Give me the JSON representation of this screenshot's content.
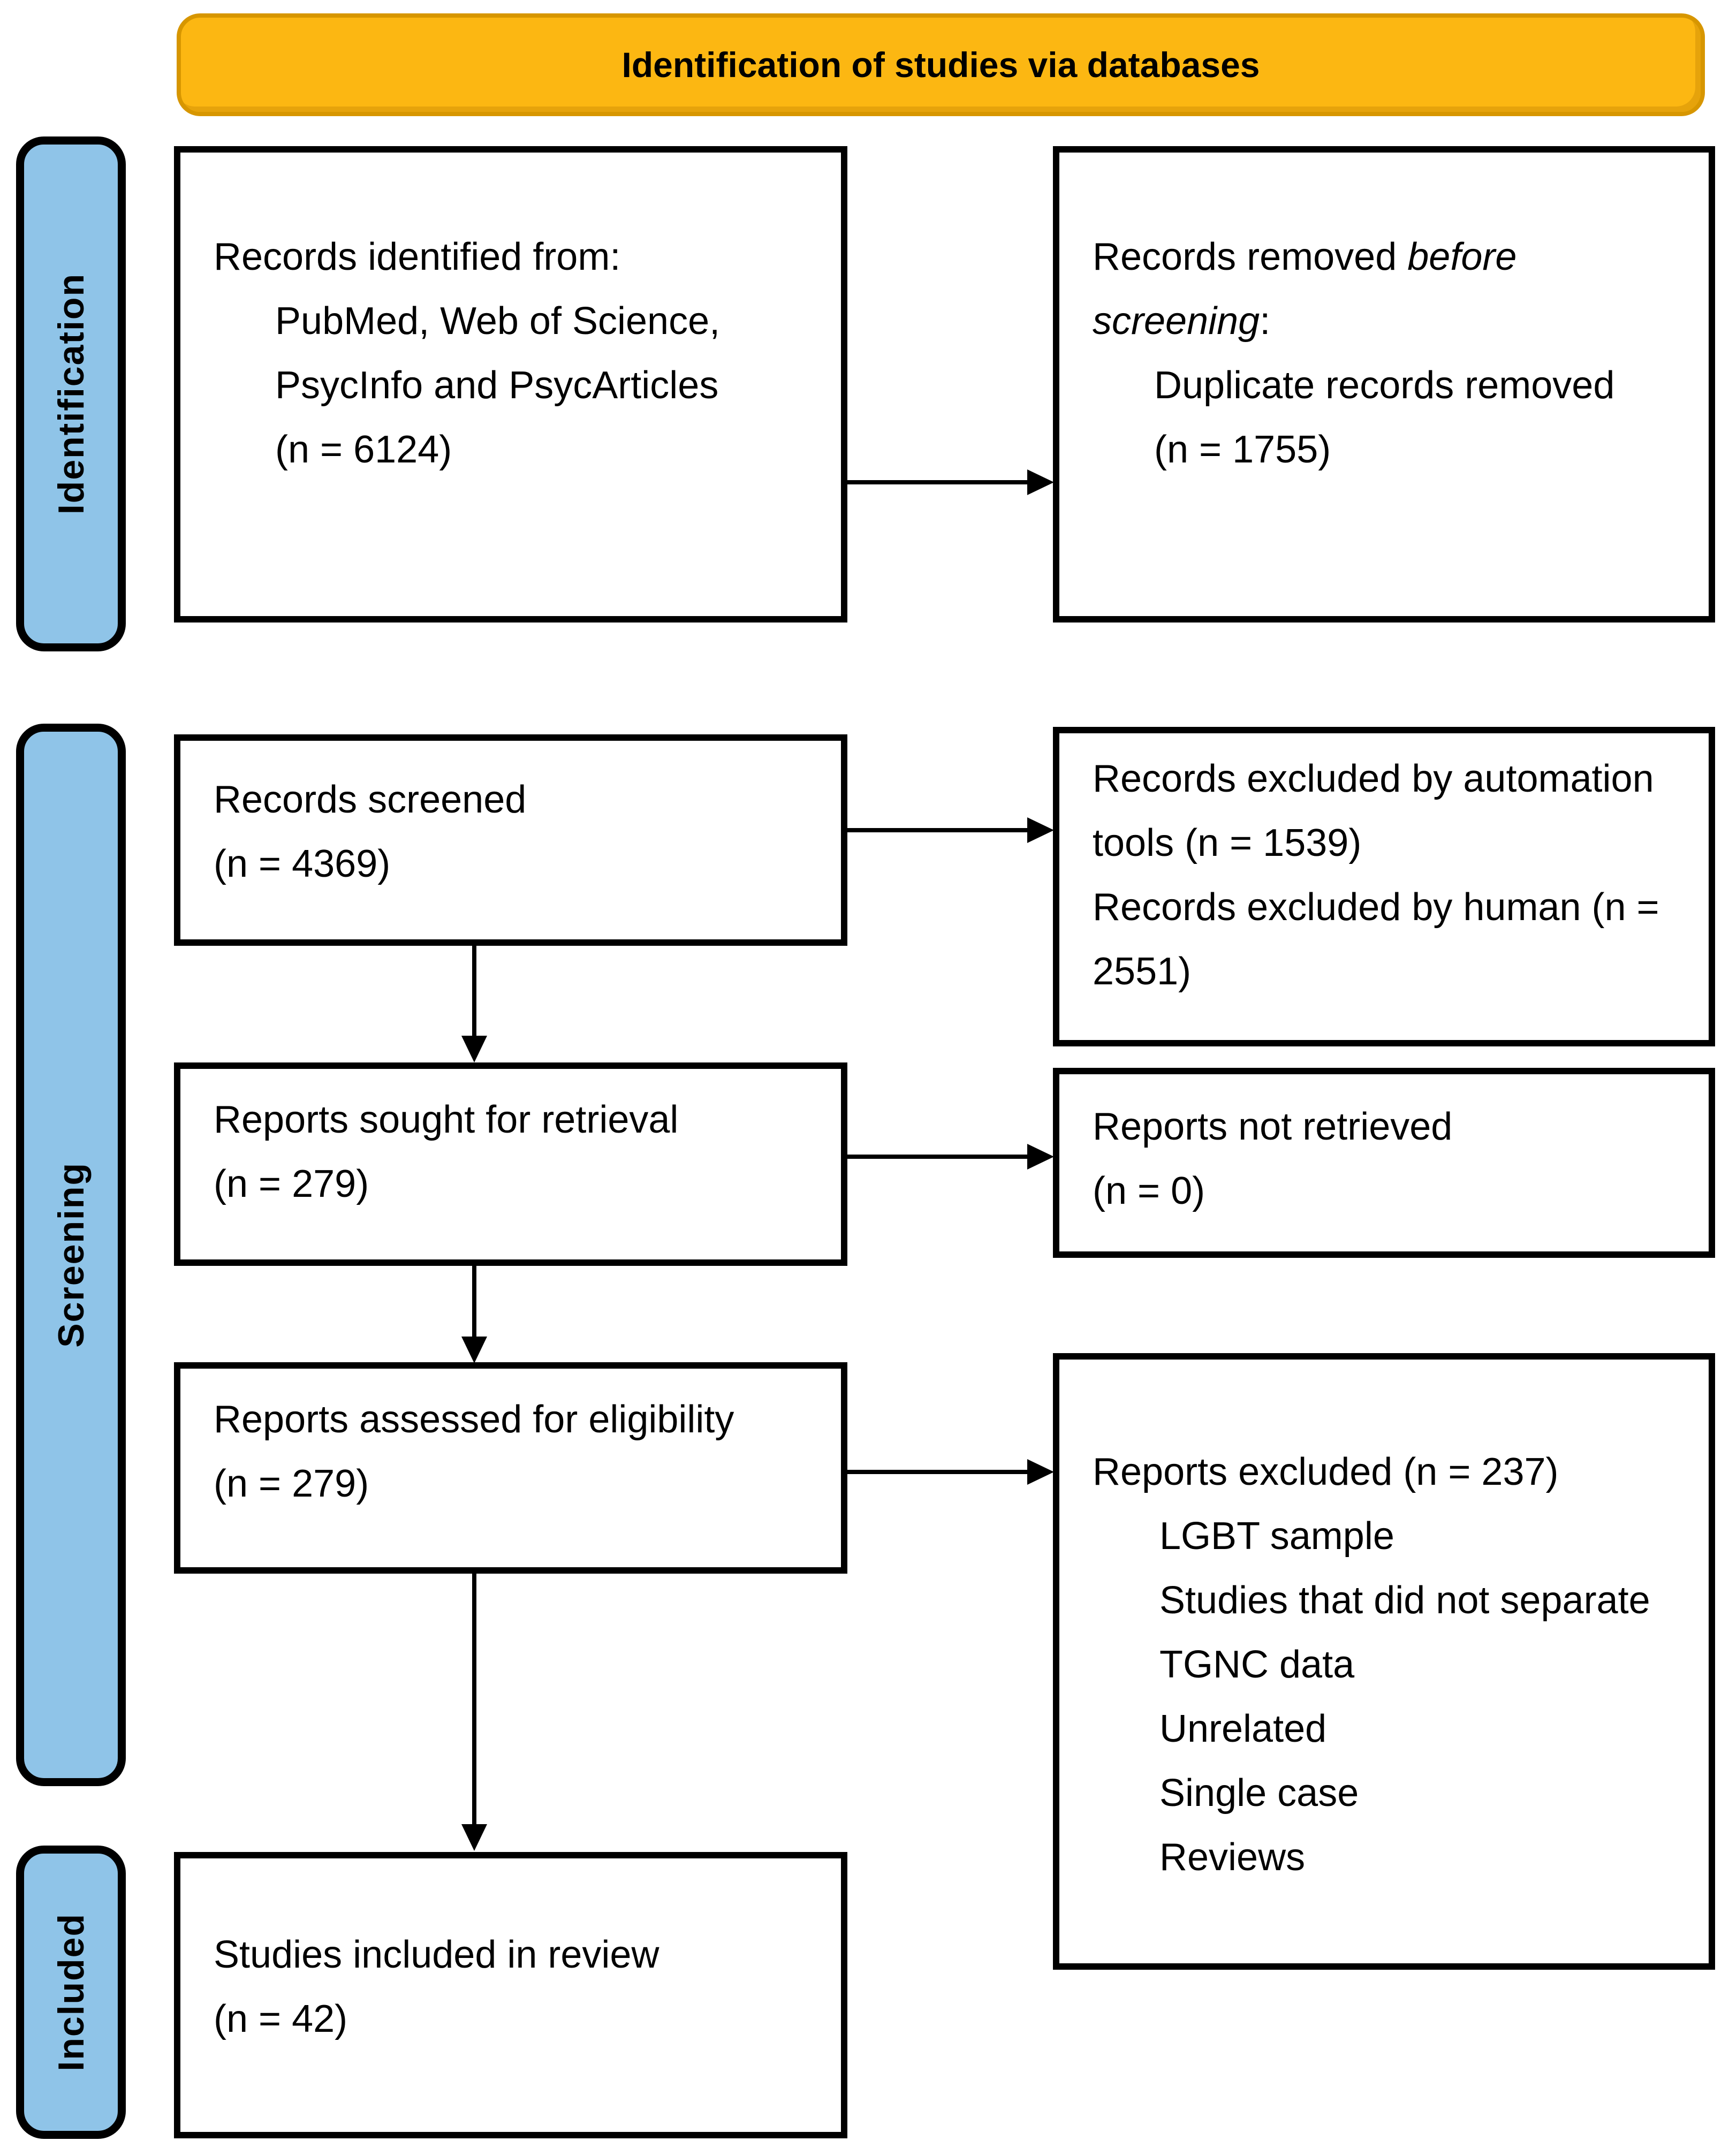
{
  "header": {
    "title": "Identification of studies via databases"
  },
  "sidebar": {
    "identification": "Identification",
    "screening": "Screening",
    "included": "Included"
  },
  "boxes": {
    "records_identified": {
      "head": "Records identified from:",
      "details": "PubMed, Web of Science,\nPsycInfo and PsycArticles\n(n = 6124)"
    },
    "records_removed": {
      "head_pre": "Records removed",
      "head_italic1": "before",
      "head_italic2": "screening",
      "head_post": ":",
      "details": "Duplicate records removed\n(n = 1755)"
    },
    "records_screened": {
      "lines": "Records screened\n(n = 4369)"
    },
    "records_excluded": {
      "lines": "Records excluded by automation\ntools (n = 1539)\nRecords excluded by human (n =\n2551)"
    },
    "reports_sought": {
      "lines": "Reports sought for retrieval\n(n = 279)"
    },
    "reports_not_retrieved": {
      "lines": "Reports not retrieved\n(n = 0)"
    },
    "reports_assessed": {
      "lines": "Reports assessed for eligibility\n(n = 279)"
    },
    "reports_excluded": {
      "head": "Reports excluded (n = 237)",
      "details": "LGBT sample\nStudies that did not separate\nTGNC data\nUnrelated\nSingle case\nReviews"
    },
    "studies_included": {
      "lines": "Studies included in review\n(n = 42)"
    }
  },
  "colors": {
    "header_fill": "#FCB712",
    "header_border": "#D79600",
    "sidebar_fill": "#8FC4E8",
    "box_border": "#000000",
    "text": "#000000",
    "background": "#FFFFFF"
  }
}
